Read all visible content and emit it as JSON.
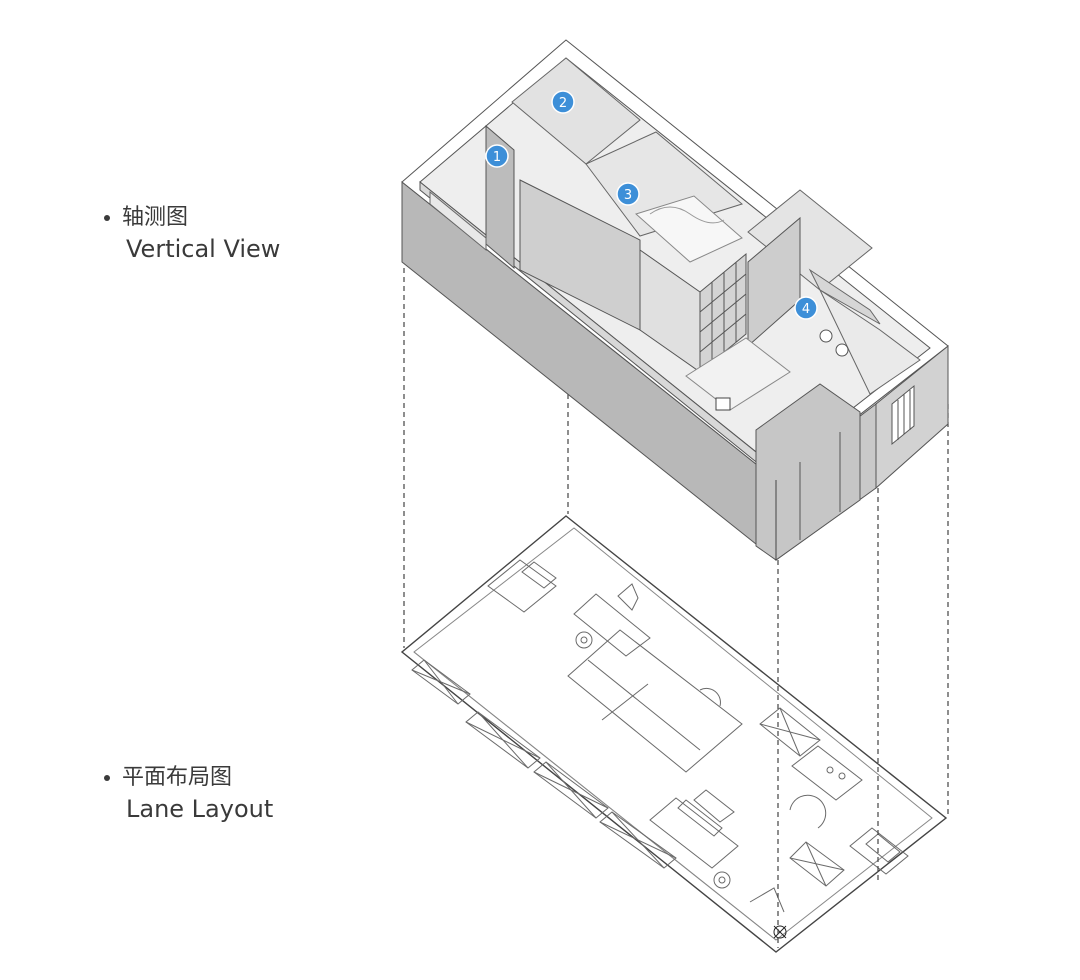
{
  "legend": {
    "vertical_view": {
      "zh": "轴测图",
      "en": "Vertical View"
    },
    "plan_layout": {
      "zh": "平面布局图",
      "en": "Lane Layout"
    }
  },
  "markers": [
    {
      "label": "1"
    },
    {
      "label": "2"
    },
    {
      "label": "3"
    },
    {
      "label": "4"
    }
  ],
  "colors": {
    "marker": "#3d8fd8",
    "wall_top": "#ffffff",
    "wall_left": "#b9b9b9",
    "wall_right": "#cfcfcf",
    "floor": "#ededed",
    "line": "#555555"
  }
}
